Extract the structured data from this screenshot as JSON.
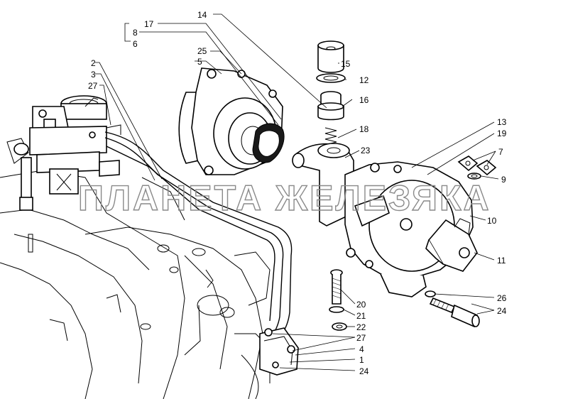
{
  "watermark": "ПЛАНЕТА ЖЕЛЕЗЯКА",
  "callouts": [
    {
      "id": "c17",
      "label": "17"
    },
    {
      "id": "c8",
      "label": "8"
    },
    {
      "id": "c6",
      "label": "6"
    },
    {
      "id": "c14",
      "label": "14"
    },
    {
      "id": "c25",
      "label": "25"
    },
    {
      "id": "c5",
      "label": "5"
    },
    {
      "id": "c2",
      "label": "2"
    },
    {
      "id": "c3",
      "label": "3"
    },
    {
      "id": "c27a",
      "label": "27"
    },
    {
      "id": "c15",
      "label": "15"
    },
    {
      "id": "c12",
      "label": "12"
    },
    {
      "id": "c16",
      "label": "16"
    },
    {
      "id": "c18",
      "label": "18"
    },
    {
      "id": "c23",
      "label": "23"
    },
    {
      "id": "c13",
      "label": "13"
    },
    {
      "id": "c19",
      "label": "19"
    },
    {
      "id": "c7",
      "label": "7"
    },
    {
      "id": "c9",
      "label": "9"
    },
    {
      "id": "c10",
      "label": "10"
    },
    {
      "id": "c11",
      "label": "11"
    },
    {
      "id": "c20",
      "label": "20"
    },
    {
      "id": "c21",
      "label": "21"
    },
    {
      "id": "c22",
      "label": "22"
    },
    {
      "id": "c26",
      "label": "26"
    },
    {
      "id": "c24a",
      "label": "24"
    },
    {
      "id": "c27b",
      "label": "27"
    },
    {
      "id": "c4",
      "label": "4"
    },
    {
      "id": "c1",
      "label": "1"
    },
    {
      "id": "c24b",
      "label": "24"
    }
  ]
}
